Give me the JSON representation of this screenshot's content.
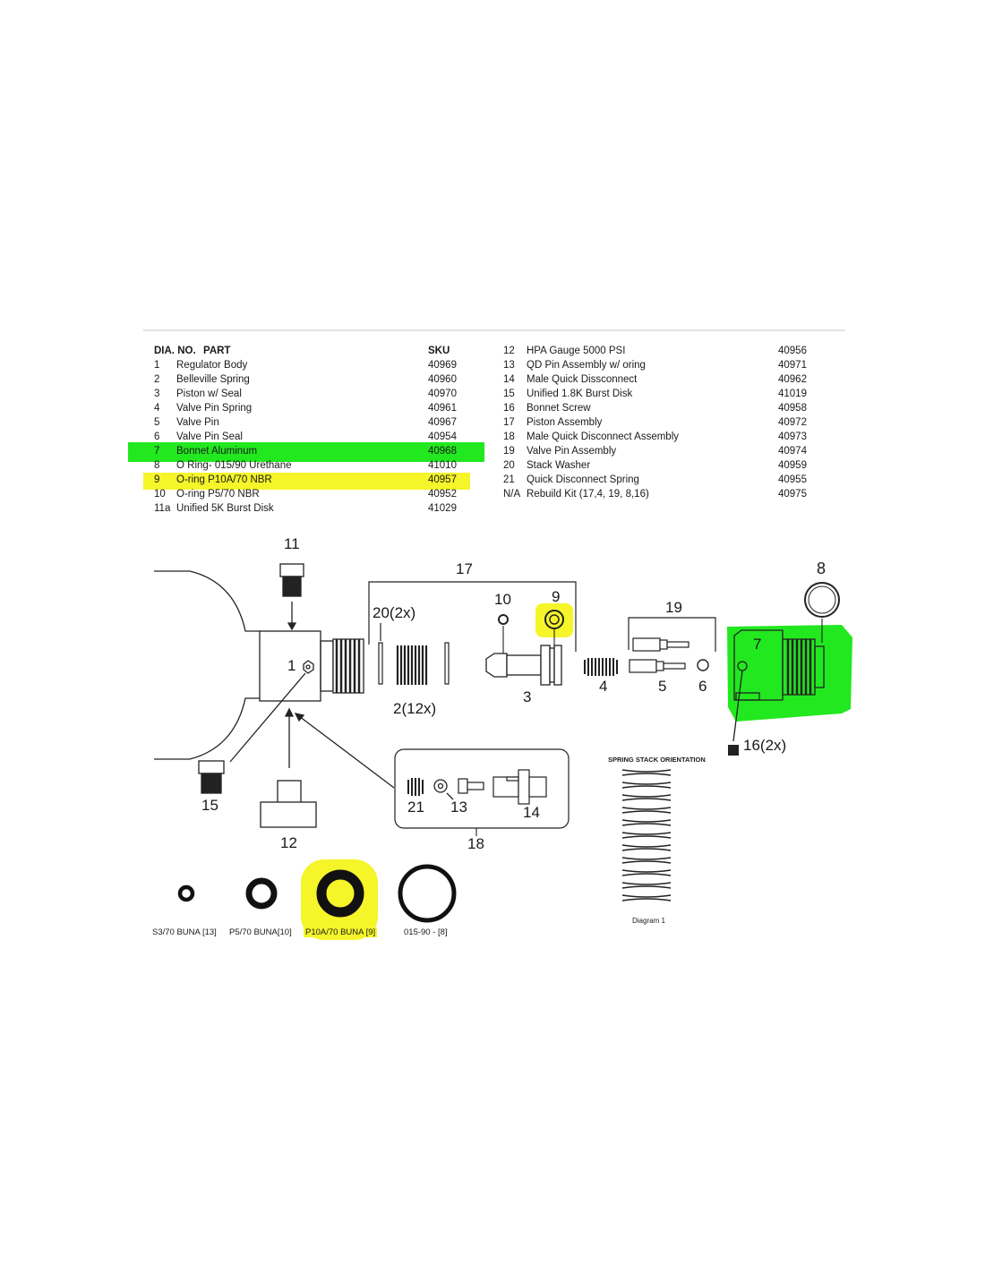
{
  "table": {
    "left": {
      "headers": {
        "no": "DIA. NO.",
        "part": "PART",
        "sku": "SKU"
      },
      "rows": [
        {
          "no": "1",
          "part": "Regulator Body",
          "sku": "40969"
        },
        {
          "no": "2",
          "part": "Belleville Spring",
          "sku": "40960"
        },
        {
          "no": "3",
          "part": "Piston w/ Seal",
          "sku": "40970"
        },
        {
          "no": "4",
          "part": "Valve Pin Spring",
          "sku": "40961"
        },
        {
          "no": "5",
          "part": "Valve Pin",
          "sku": "40967"
        },
        {
          "no": "6",
          "part": "Valve Pin Seal",
          "sku": "40954"
        },
        {
          "no": "7",
          "part": "Bonnet Aluminum",
          "sku": "40968",
          "highlight": "#22e81f"
        },
        {
          "no": "8",
          "part": "O Ring- 015/90 Urethane",
          "sku": "41010"
        },
        {
          "no": "9",
          "part": "O-ring P10A/70 NBR",
          "sku": "40957",
          "highlight": "#f5f52a"
        },
        {
          "no": "10",
          "part": "O-ring P5/70 NBR",
          "sku": "40952"
        },
        {
          "no": "11a",
          "part": "Unified 5K Burst Disk",
          "sku": "41029"
        }
      ]
    },
    "right": {
      "rows": [
        {
          "no": "12",
          "part": "HPA Gauge 5000 PSI",
          "sku": "40956"
        },
        {
          "no": "13",
          "part": "QD Pin Assembly w/ oring",
          "sku": "40971"
        },
        {
          "no": "14",
          "part": "Male Quick Dissconnect",
          "sku": "40962"
        },
        {
          "no": "15",
          "part": "Unified 1.8K Burst Disk",
          "sku": "41019"
        },
        {
          "no": "16",
          "part": "Bonnet Screw",
          "sku": "40958"
        },
        {
          "no": "17",
          "part": "Piston Assembly",
          "sku": "40972"
        },
        {
          "no": "18",
          "part": "Male Quick Disconnect Assembly",
          "sku": "40973"
        },
        {
          "no": "19",
          "part": "Valve Pin Assembly",
          "sku": "40974"
        },
        {
          "no": "20",
          "part": "Stack Washer",
          "sku": "40959"
        },
        {
          "no": "21",
          "part": "Quick Disconnect Spring",
          "sku": "40955"
        },
        {
          "no": "N/A",
          "part": "Rebuild Kit (17,4, 19, 8,16)",
          "sku": "40975"
        }
      ]
    }
  },
  "diagram": {
    "labels": {
      "l11": "11",
      "l17": "17",
      "l8": "8",
      "l10": "10",
      "l9": "9",
      "l20": "20(2x)",
      "l19": "19",
      "l7": "7",
      "l1": "1",
      "l2": "2(12x)",
      "l3": "3",
      "l4": "4",
      "l5": "5",
      "l6": "6",
      "l16": "16(2x)",
      "l15": "15",
      "l12": "12",
      "l21": "21",
      "l13": "13",
      "l14": "14",
      "l18": "18"
    },
    "spring_stack_title": "SPRING STACK ORIENTATION",
    "spring_stack_caption": "Diagram 1",
    "highlight_colors": {
      "green": "#22e81f",
      "yellow": "#f5f52a"
    }
  },
  "orings": [
    {
      "label": "S3/70 BUNA [13]"
    },
    {
      "label": "P5/70 BUNA[10]"
    },
    {
      "label": "P10A/70 BUNA [9]",
      "highlight": "#f5f52a"
    },
    {
      "label": "015-90 - [8]"
    }
  ]
}
